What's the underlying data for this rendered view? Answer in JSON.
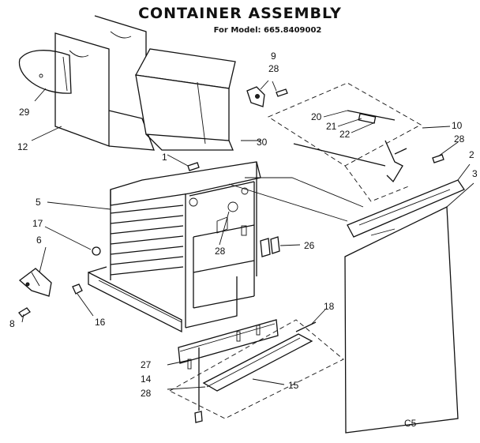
{
  "title": "CONTAINER ASSEMBLY",
  "subtitle": "For Model: 665.8409002",
  "labels": {
    "p1": "1",
    "p2": "2",
    "p3": "3",
    "p5": "5",
    "p6": "6",
    "p8": "8",
    "p9": "9",
    "p10": "10",
    "p12": "12",
    "p14": "14",
    "p15": "15",
    "p16": "16",
    "p17": "17",
    "p18": "18",
    "p20": "20",
    "p21": "21",
    "p22": "22",
    "p26": "26",
    "p27": "27",
    "p28a": "28",
    "p28b": "28",
    "p28c": "28",
    "p28d": "28",
    "p29": "29",
    "p30": "30"
  },
  "diagram_code": "C5"
}
